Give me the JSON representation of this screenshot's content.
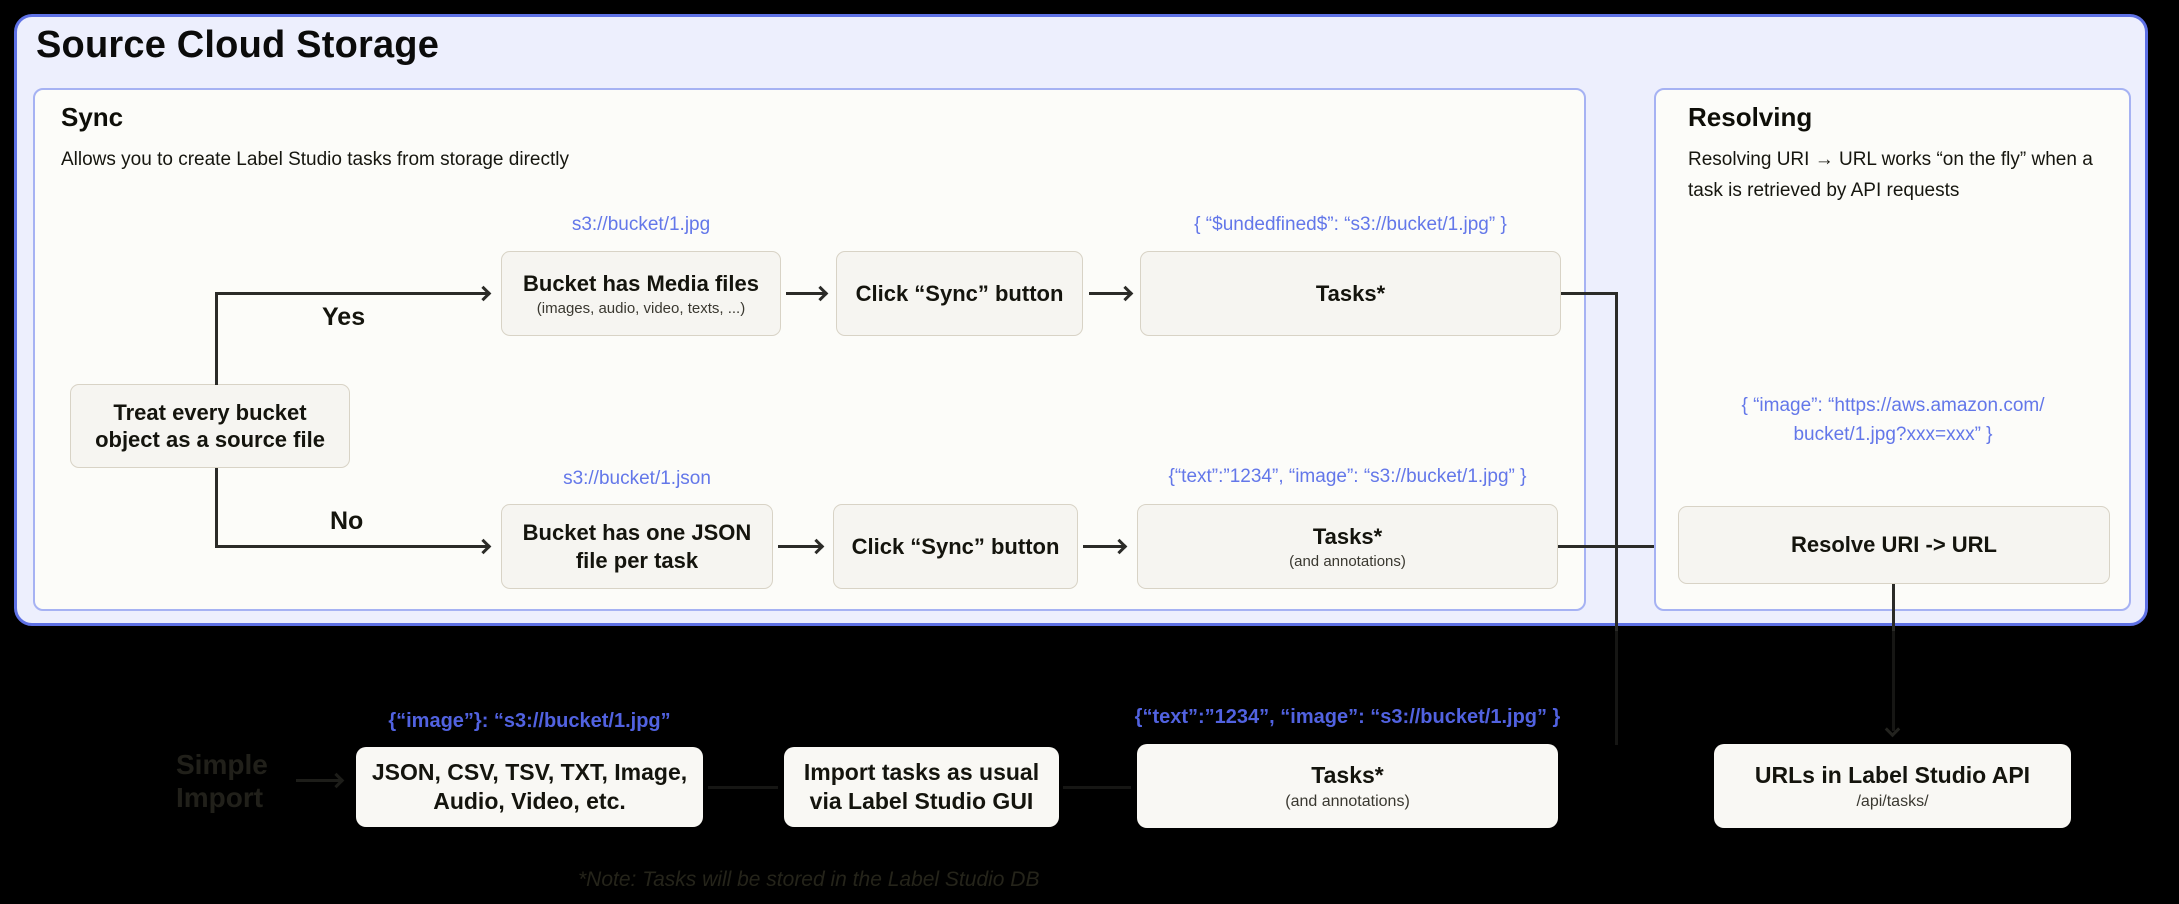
{
  "colors": {
    "accent_blue": "#6377e9",
    "panel_border": "#5e71e5",
    "panel_bg": "#edeffd",
    "node_bg": "#f6f5f1"
  },
  "title": "Source Cloud Storage",
  "sync": {
    "heading": "Sync",
    "description": "Allows you to create Label Studio tasks from storage directly",
    "decision_label": "Treat every bucket object as a source file",
    "yes_label": "Yes",
    "no_label": "No",
    "row_media": {
      "uri_label": "s3://bucket/1.jpg",
      "bucket_title": "Bucket has Media files",
      "bucket_sub": "(images, audio, video, texts, ...)",
      "sync_button": "Click “Sync” button",
      "tasks_json_label": "{ “$undedfined$”: “s3://bucket/1.jpg” }",
      "tasks_title": "Tasks*"
    },
    "row_json": {
      "uri_label": "s3://bucket/1.json",
      "bucket_title": "Bucket has one JSON file per task",
      "sync_button": "Click “Sync” button",
      "tasks_json_label": "{“text”:”1234”,  “image”: “s3://bucket/1.jpg” }",
      "tasks_title": "Tasks*",
      "tasks_sub": "(and annotations)"
    }
  },
  "resolving": {
    "heading": "Resolving",
    "description": "Resolving URI → URL works “on the fly” when a task is retrieved by API requests",
    "result_label_line1": "{ “image”: “https://aws.amazon.com/",
    "result_label_line2": "bucket/1.jpg?xxx=xxx” }",
    "resolve_box": "Resolve URI -> URL"
  },
  "bottom": {
    "simple_import_line1": "Simple",
    "simple_import_line2": "Import",
    "formats_label": "{“image”}: “s3://bucket/1.jpg”",
    "formats_box": "JSON, CSV, TSV, TXT, Image, Audio, Video, etc.",
    "import_box": "Import tasks as usual via Label Studio GUI",
    "tasks_label": "{“text”:”1234”,  “image”: “s3://bucket/1.jpg” }",
    "tasks_title": "Tasks*",
    "tasks_sub": "(and annotations)",
    "api_title": "URLs in Label Studio API",
    "api_sub": "/api/tasks/",
    "note": "*Note: Tasks will be stored in the Label Studio DB"
  }
}
